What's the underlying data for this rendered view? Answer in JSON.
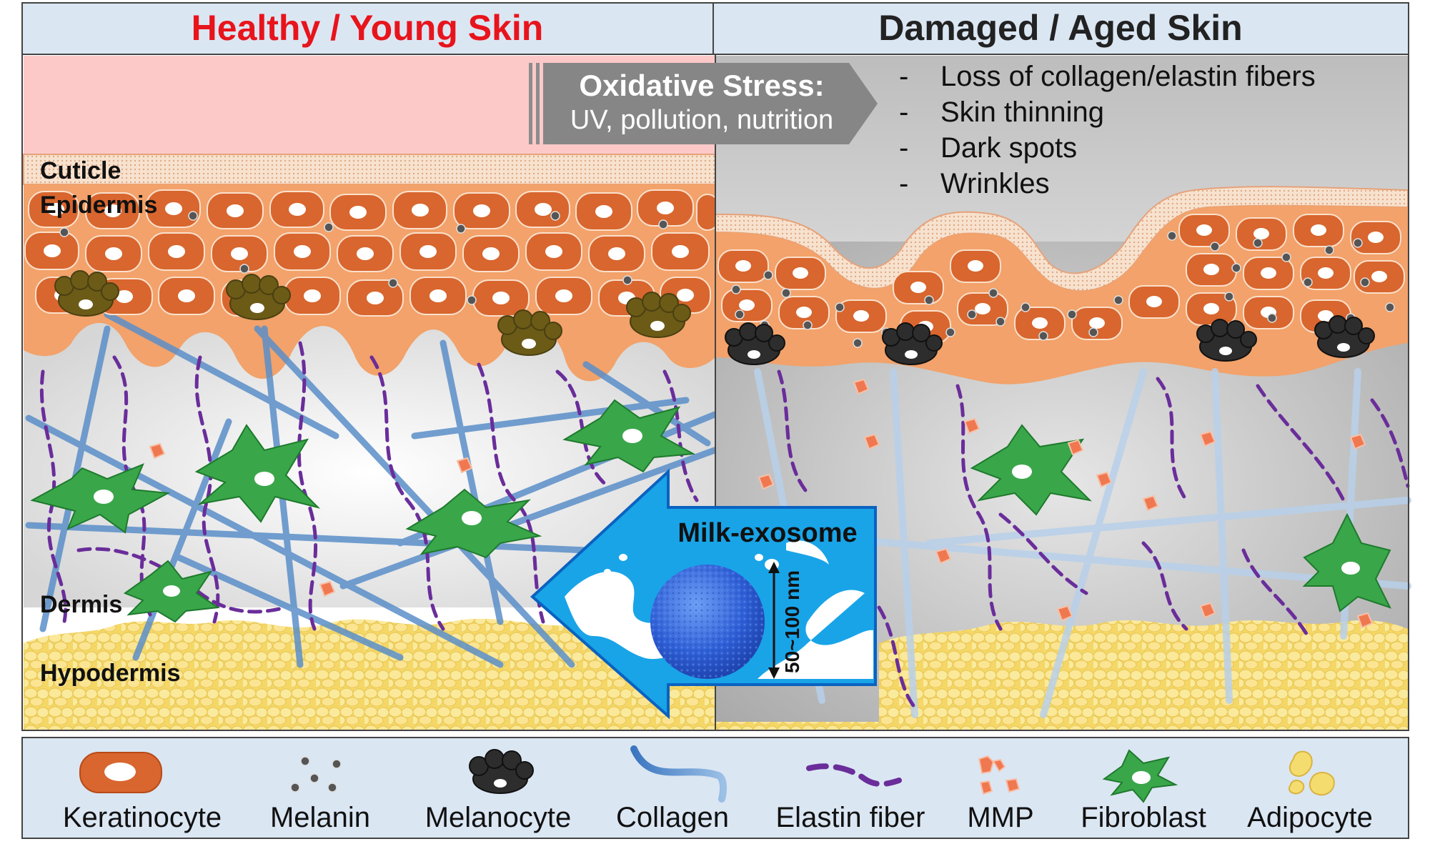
{
  "headers": {
    "left": "Healthy / Young Skin",
    "right": "Damaged / Aged Skin",
    "left_color": "#e8141c",
    "right_color": "#222222"
  },
  "oxidative_stress": {
    "title": "Oxidative Stress:",
    "subtitle": "UV, pollution, nutrition"
  },
  "damage_list": {
    "dash": "-",
    "items": [
      "Loss of collagen/elastin fibers",
      "Skin thinning",
      "Dark spots",
      "Wrinkles"
    ]
  },
  "layers": {
    "cuticle": "Cuticle",
    "epidermis": "Epidermis",
    "dermis": "Dermis",
    "hypodermis": "Hypodermis"
  },
  "exosome": {
    "title": "Milk-exosome",
    "size": "50~100 nm"
  },
  "legend": {
    "items": [
      {
        "label": "Keratinocyte",
        "icon": "keratinocyte-icon"
      },
      {
        "label": "Melanin",
        "icon": "melanin-icon"
      },
      {
        "label": "Melanocyte",
        "icon": "melanocyte-icon"
      },
      {
        "label": "Collagen",
        "icon": "collagen-icon"
      },
      {
        "label": "Elastin fiber",
        "icon": "elastin-fiber-icon"
      },
      {
        "label": "MMP",
        "icon": "mmp-icon"
      },
      {
        "label": "Fibroblast",
        "icon": "fibroblast-icon"
      },
      {
        "label": "Adipocyte",
        "icon": "adipocyte-icon"
      }
    ]
  },
  "colors": {
    "header_bg": "#dbe6f3",
    "uv_band": "#fcc9c8",
    "epidermis": "#f2a26a",
    "keratinocyte": "#d8662e",
    "collagen": "#5b8fc9",
    "elastin": "#6a2d9a",
    "fibroblast": "#3aa64a",
    "mmp": "#f07850",
    "adipocyte": "#f5dc6e",
    "exosome_arrow": "#1aa2e6",
    "damaged_bg": "#c9c9c9"
  }
}
